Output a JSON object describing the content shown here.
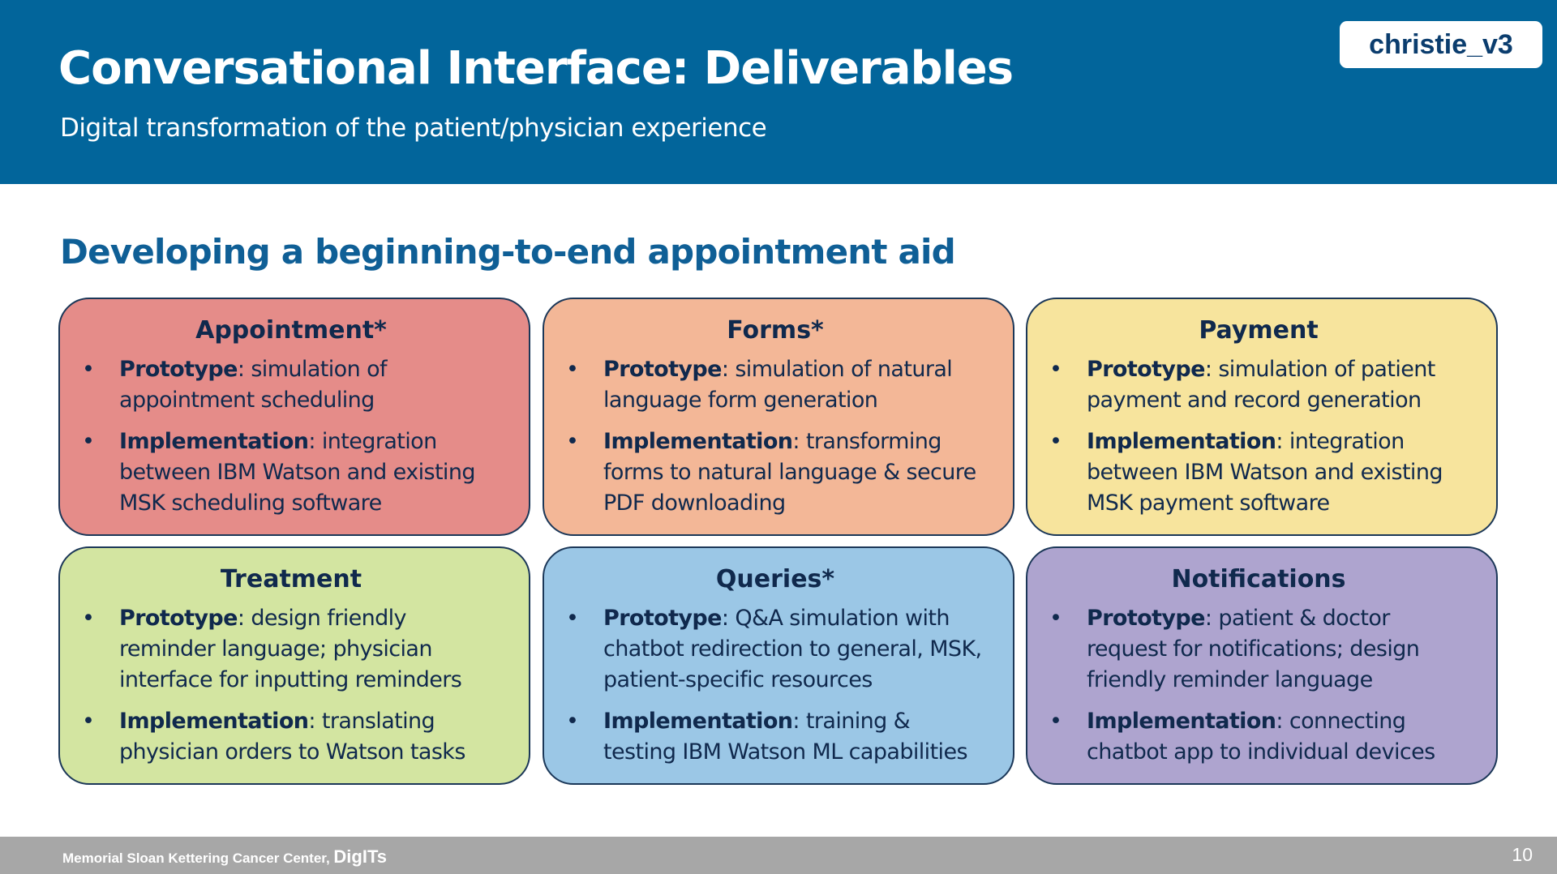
{
  "header": {
    "title": "Conversational Interface: Deliverables",
    "subtitle": "Digital transformation of the patient/physician experience",
    "tag": "christie_v3",
    "background_color": "#02659b"
  },
  "section_heading": "Developing a beginning-to-end appointment aid",
  "cards": [
    {
      "title": "Appointment*",
      "color": "#e58c89",
      "bullets": [
        {
          "label": "Prototype",
          "text": ": simulation of appointment scheduling"
        },
        {
          "label": "Implementation",
          "text": ": integration between IBM Watson and existing MSK scheduling software"
        }
      ]
    },
    {
      "title": "Forms*",
      "color": "#f3b797",
      "bullets": [
        {
          "label": "Prototype",
          "text": ": simulation of natural language form generation"
        },
        {
          "label": "Implementation",
          "text": ": transforming forms to natural language & secure PDF downloading"
        }
      ]
    },
    {
      "title": "Payment",
      "color": "#f7e49d",
      "bullets": [
        {
          "label": "Prototype",
          "text": ": simulation of patient payment and record generation"
        },
        {
          "label": "Implementation",
          "text": ": integration between IBM Watson and existing MSK payment software"
        }
      ]
    },
    {
      "title": "Treatment",
      "color": "#d3e5a1",
      "bullets": [
        {
          "label": "Prototype",
          "text": ": design friendly reminder language; physician interface for inputting reminders"
        },
        {
          "label": "Implementation",
          "text": ": translating physician orders to Watson tasks"
        }
      ]
    },
    {
      "title": "Queries*",
      "color": "#9bc7e6",
      "bullets": [
        {
          "label": "Prototype",
          "text": ": Q&A simulation with chatbot redirection to general, MSK, patient-specific resources"
        },
        {
          "label": "Implementation",
          "text": ": training & testing IBM Watson ML capabilities"
        }
      ]
    },
    {
      "title": "Notifications",
      "color": "#aea4cf",
      "bullets": [
        {
          "label": "Prototype",
          "text": ": patient & doctor request for notifications; design friendly reminder language"
        },
        {
          "label": "Implementation",
          "text": ": connecting chatbot app to individual devices"
        }
      ]
    }
  ],
  "footer": {
    "organization": "Memorial Sloan Kettering Cancer Center, ",
    "brand": "DigITs",
    "page_number": "10"
  }
}
